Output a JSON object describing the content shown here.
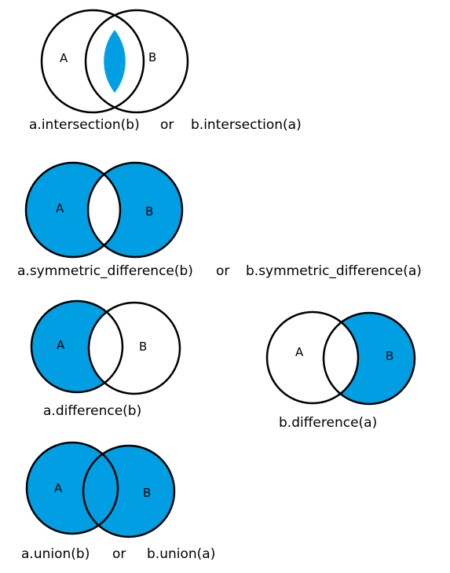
{
  "colors": {
    "fill": "#009fe3",
    "outline": "#000000",
    "background": "#ffffff"
  },
  "diagrams": [
    {
      "operation": "intersection",
      "label_a": "A",
      "label_b": "B",
      "caption_parts": [
        "a.intersection(b)",
        "or",
        "b.intersection(a)"
      ]
    },
    {
      "operation": "symmetric_difference",
      "label_a": "A",
      "label_b": "B",
      "caption_parts": [
        "a.symmetric_difference(b)",
        "or",
        "b.symmetric_difference(a)"
      ]
    },
    {
      "operation": "difference_a_minus_b",
      "label_a": "A",
      "label_b": "B",
      "caption_parts": [
        "a.difference(b)"
      ]
    },
    {
      "operation": "difference_b_minus_a",
      "label_a": "A",
      "label_b": "B",
      "caption_parts": [
        "b.difference(a)"
      ]
    },
    {
      "operation": "union",
      "label_a": "A",
      "label_b": "B",
      "caption_parts": [
        "a.union(b)",
        "or",
        "b.union(a)"
      ]
    }
  ]
}
